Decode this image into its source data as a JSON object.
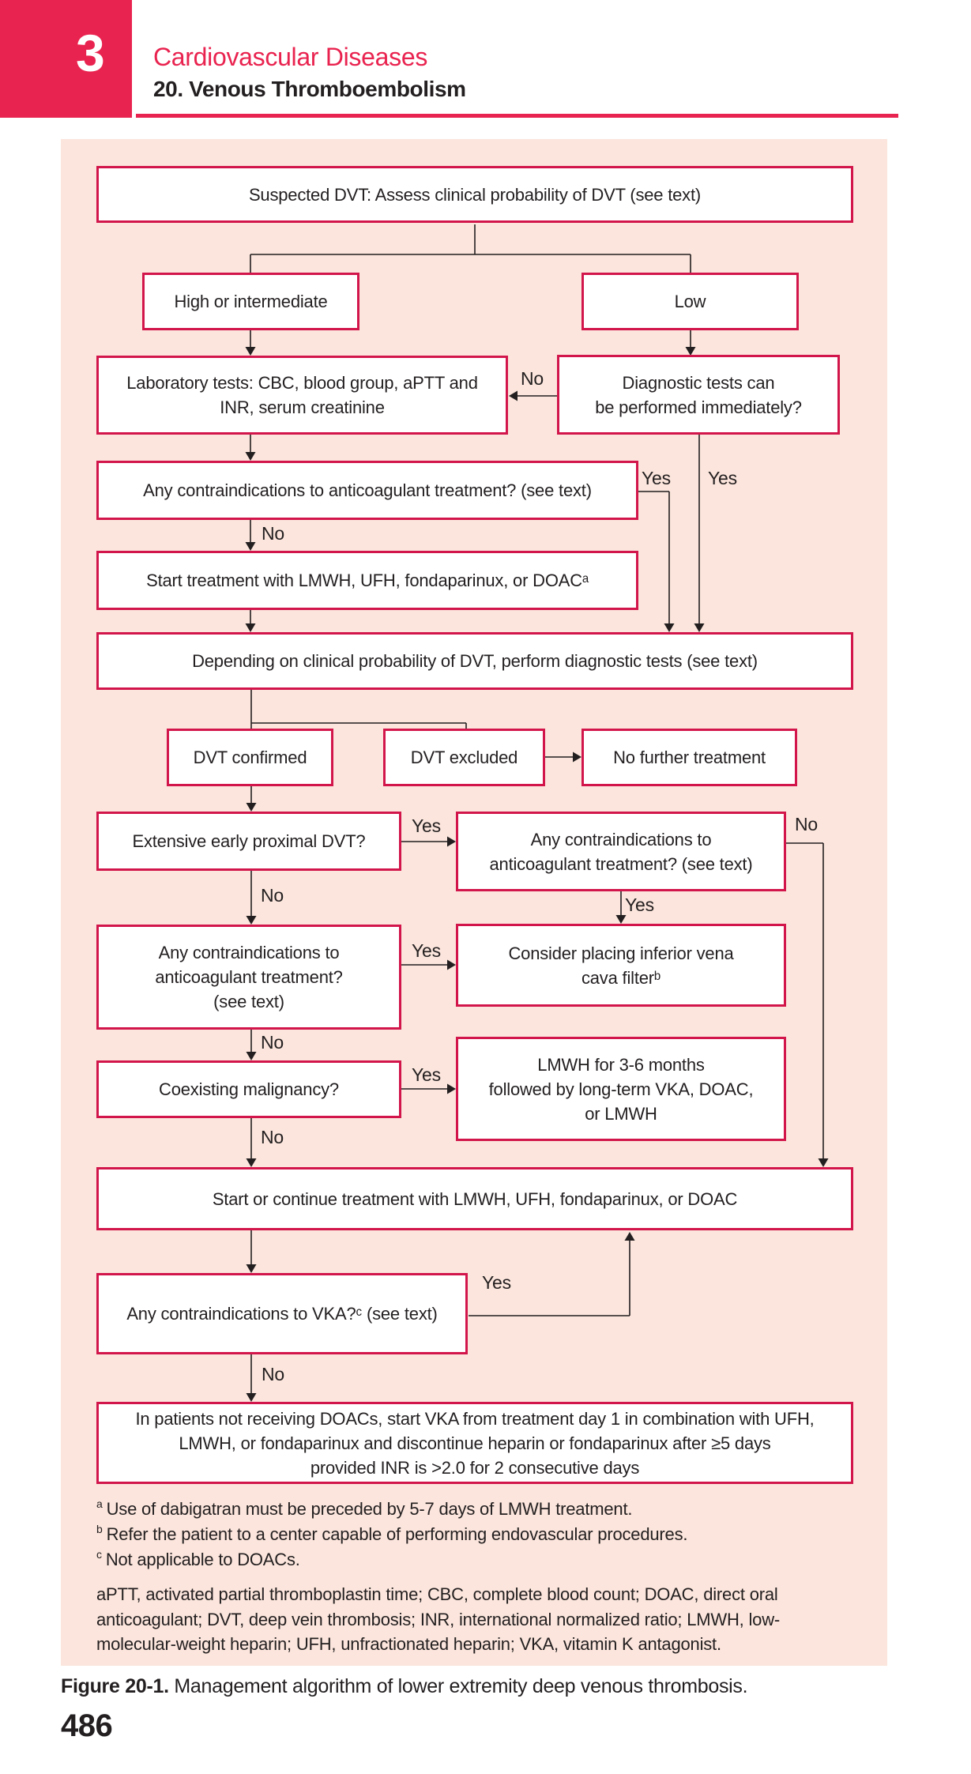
{
  "header": {
    "unit_number": "3",
    "series_title": "Cardiovascular Diseases",
    "chapter_title": "20. Venous Thromboembolism"
  },
  "colors": {
    "accent_red": "#e9234f",
    "box_border_red": "#d2164b",
    "panel_pink": "#fbe5dc",
    "text": "#231f20"
  },
  "flowchart": {
    "edge_labels": {
      "yes": "Yes",
      "no": "No"
    },
    "nodes": {
      "suspected": "Suspected DVT: Assess clinical probability of DVT (see text)",
      "high": "High or intermediate",
      "low": "Low",
      "lab": "Laboratory tests: CBC, blood group, aPTT and\nINR, serum creatinine",
      "diagnostic": "Diagnostic tests can\nbe performed immediately?",
      "contra1": "Any contraindications to anticoagulant treatment? (see text)",
      "start1": "Start treatment with LMWH, UFH, fondaparinux, or DOACᵃ",
      "depending": "Depending on clinical probability of DVT, perform diagnostic tests (see text)",
      "confirmed": "DVT confirmed",
      "excluded": "DVT excluded",
      "no_further": "No further treatment",
      "extensive": "Extensive early proximal DVT?",
      "contra2": "Any contraindications to\nanticoagulant treatment? (see text)",
      "contra3": "Any contraindications to\nanticoagulant treatment?\n(see text)",
      "ivc_filter": "Consider placing inferior vena\ncava filterᵇ",
      "malignancy": "Coexisting malignancy?",
      "lmwh36": "LMWH for 3-6 months\nfollowed by long-term VKA, DOAC,\nor LMWH",
      "start2": "Start or continue treatment with LMWH, UFH, fondaparinux, or DOAC",
      "vka": "Any contraindications to VKA?ᶜ (see text)",
      "final": "In patients not receiving DOACs, start VKA from treatment day 1 in combination with UFH,\nLMWH, or fondaparinux and discontinue heparin or fondaparinux after ≥5 days\nprovided INR is >2.0 for 2 consecutive days"
    }
  },
  "footnotes": [
    {
      "marker": "a",
      "text": "Use of dabigatran must be preceded by 5-7 days of LMWH treatment."
    },
    {
      "marker": "b",
      "text": "Refer the patient to a center capable of performing endovascular procedures."
    },
    {
      "marker": "c",
      "text": "Not applicable to DOACs."
    }
  ],
  "abbreviations": "aPTT, activated partial thromboplastin time; CBC, complete blood count; DOAC, direct oral\nanticoagulant; DVT, deep vein thrombosis; INR, international normalized ratio; LMWH, low-\nmolecular-weight heparin; UFH, unfractionated heparin; VKA, vitamin K antagonist.",
  "caption": {
    "label": "Figure 20-1.",
    "text": " Management algorithm of lower extremity deep venous thrombosis."
  },
  "page_number": "486"
}
